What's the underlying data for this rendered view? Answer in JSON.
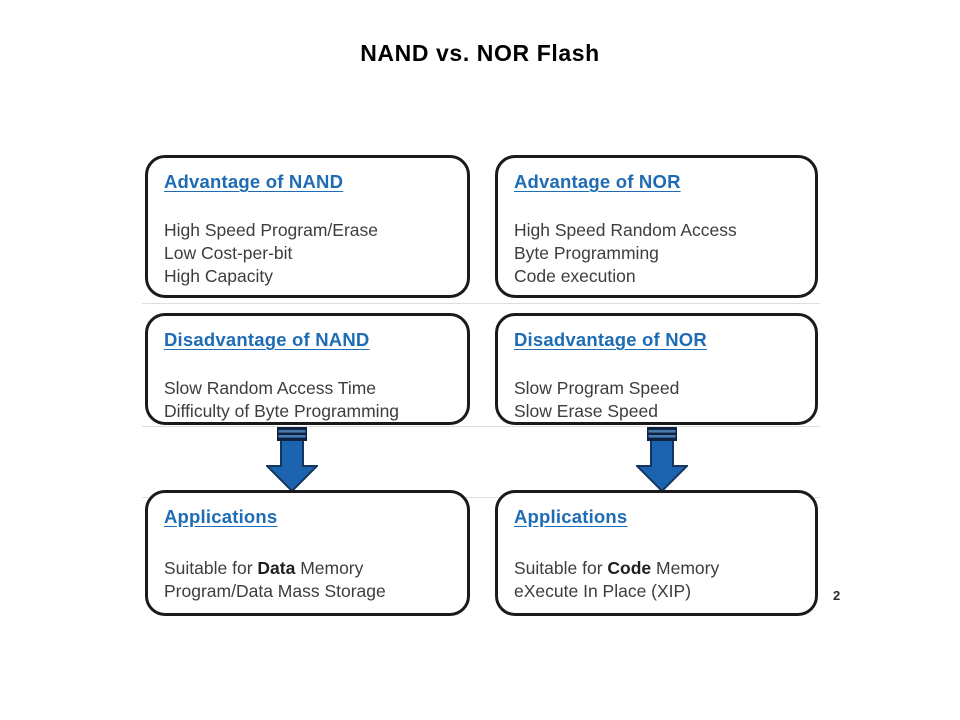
{
  "title": "NAND vs. NOR Flash",
  "page_number": "2",
  "colors": {
    "title_text": "#000000",
    "heading_blue": "#1e6cb5",
    "body_text": "#3d3d3d",
    "box_border": "#1a1a1a",
    "arrow_fill": "#1b63ae",
    "arrow_outline": "#14365e",
    "arrow_cap": "#0e2342",
    "arrow_cap_stripe": "#4a7bb0"
  },
  "icons": {
    "flow_arrow": "down-arrow-icon"
  },
  "columns": [
    {
      "name": "NAND",
      "advantage": {
        "heading": "Advantage of NAND",
        "lines": [
          "High Speed Program/Erase",
          "Low Cost-per-bit",
          "High Capacity"
        ]
      },
      "disadvantage": {
        "heading": "Disadvantage of NAND",
        "lines": [
          "Slow Random Access Time",
          "Difficulty of Byte Programming"
        ]
      },
      "applications": {
        "heading": "Applications",
        "line1": {
          "pre": "Suitable for ",
          "bold": "Data",
          "post": " Memory"
        },
        "line2": "Program/Data Mass Storage"
      }
    },
    {
      "name": "NOR",
      "advantage": {
        "heading": "Advantage of NOR",
        "lines": [
          "High Speed Random Access",
          "Byte Programming",
          "Code execution"
        ]
      },
      "disadvantage": {
        "heading": "Disadvantage of NOR",
        "lines": [
          "Slow Program Speed",
          "Slow Erase Speed"
        ]
      },
      "applications": {
        "heading": "Applications",
        "line1": {
          "pre": "Suitable for ",
          "bold": "Code",
          "post": " Memory"
        },
        "line2": "eXecute In Place (XIP)"
      }
    }
  ]
}
